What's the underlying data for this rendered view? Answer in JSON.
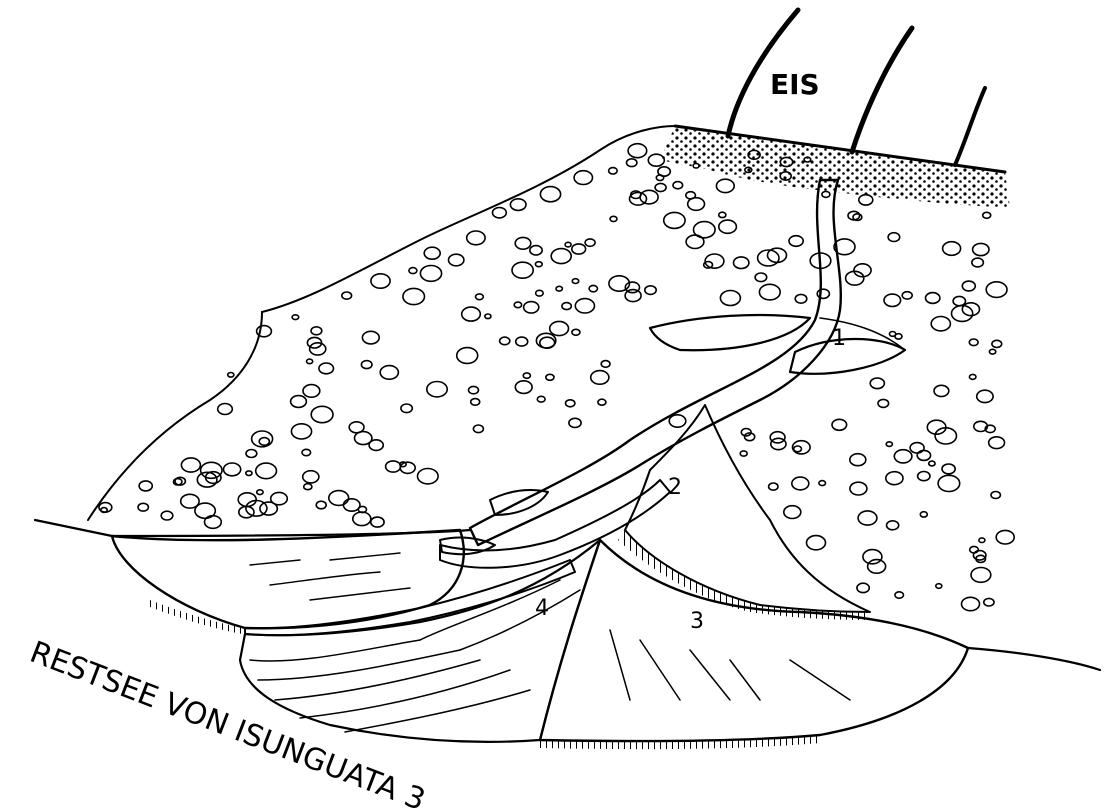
{
  "ink_color": "#000000",
  "paper_color": "#ffffff",
  "labels": {
    "ice": "EIS",
    "caption": "RESTSEE VON ISUNGUATA 3",
    "zone_1": "1",
    "zone_2": "2",
    "zone_3": "3",
    "zone_4": "4"
  }
}
